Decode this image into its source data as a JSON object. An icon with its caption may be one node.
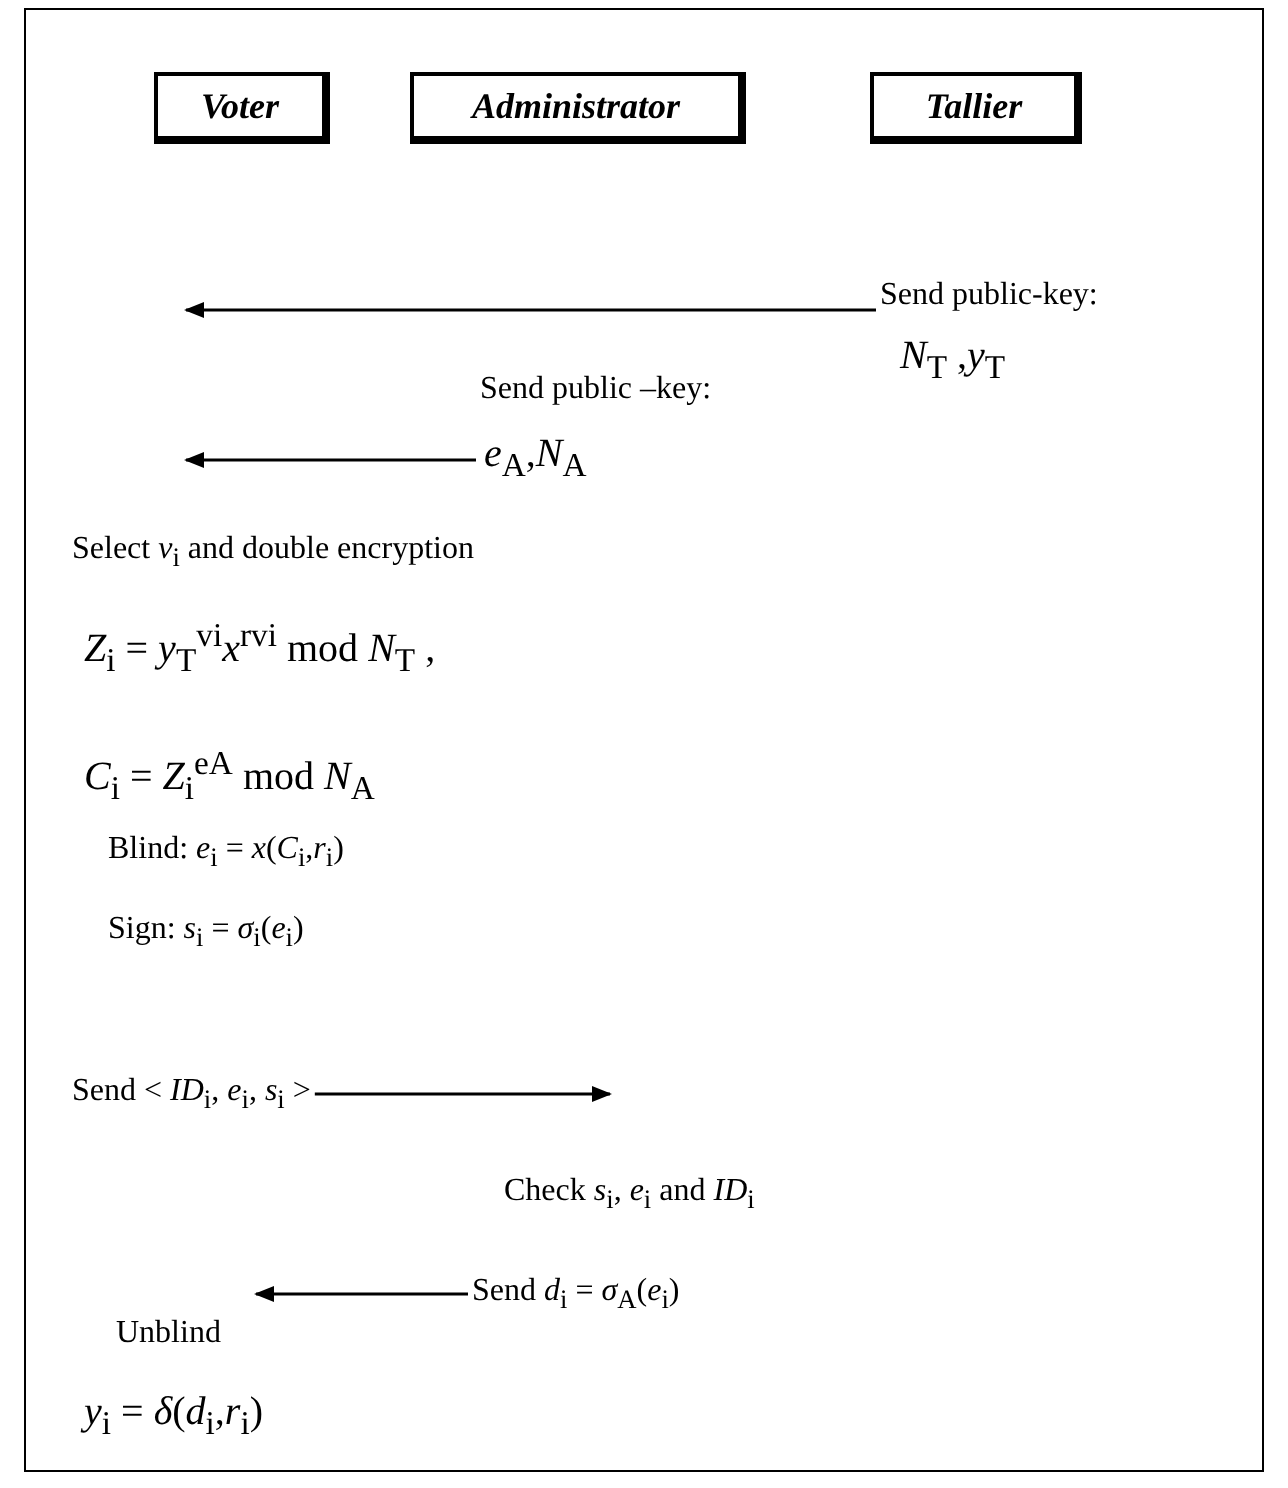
{
  "diagram": {
    "nodes": [
      {
        "text": [
          "Voter"
        ]
      },
      {
        "text": [
          "Administrator"
        ]
      },
      {
        "text": [
          "Tallier"
        ]
      },
      {
        "text": [
          "Send public-key:",
          "*N*$_{T}$ ,*y*$_{T}$"
        ]
      },
      {
        "text": [
          "Send public –key:",
          "*e*$_{A}$,*N*$_{A}$"
        ]
      },
      {
        "text": [
          "Send < *ID*$_{i}$, *e*$_{i}$, *s*$_{i}$ >"
        ]
      },
      {
        "text": [
          "Send *d*$_{i}$ = *σ*$_{A}$(*e*$_{i}$)"
        ]
      }
    ],
    "edges": [
      {
        "from": 3,
        "to": null,
        "arrow": "to"
      },
      {
        "from": 4,
        "to": null,
        "arrow": "to"
      },
      {
        "from": 5,
        "to": null,
        "arrow": "to"
      },
      {
        "from": 6,
        "to": null,
        "arrow": "to"
      }
    ],
    "labels": [
      "Select *v*$_{i}$ and double encryption",
      "*Z*$_{i}$ = *y*$_{T}$$^{vi}$*x*$^{rvi}$ mod *N*$_{T}$ ,",
      "*C*$_{i}$ = *Z*$_{i}$$^{eA}$ mod *N*$_{A}$",
      "Blind: *e*$_{i}$ = *x*(*C*$_{i}$,*r*$_{i}$)",
      "Sign: *s*$_{i}$ = *σ*$_{i}$(*e*$_{i}$)",
      "Check *s*$_{i}$, *e*$_{i}$ and *ID*$_{i}$",
      "Unblind",
      "*y*$_{i}$ = *δ*(*d*$_{i}$,*r*$_{i}$)"
    ]
  }
}
